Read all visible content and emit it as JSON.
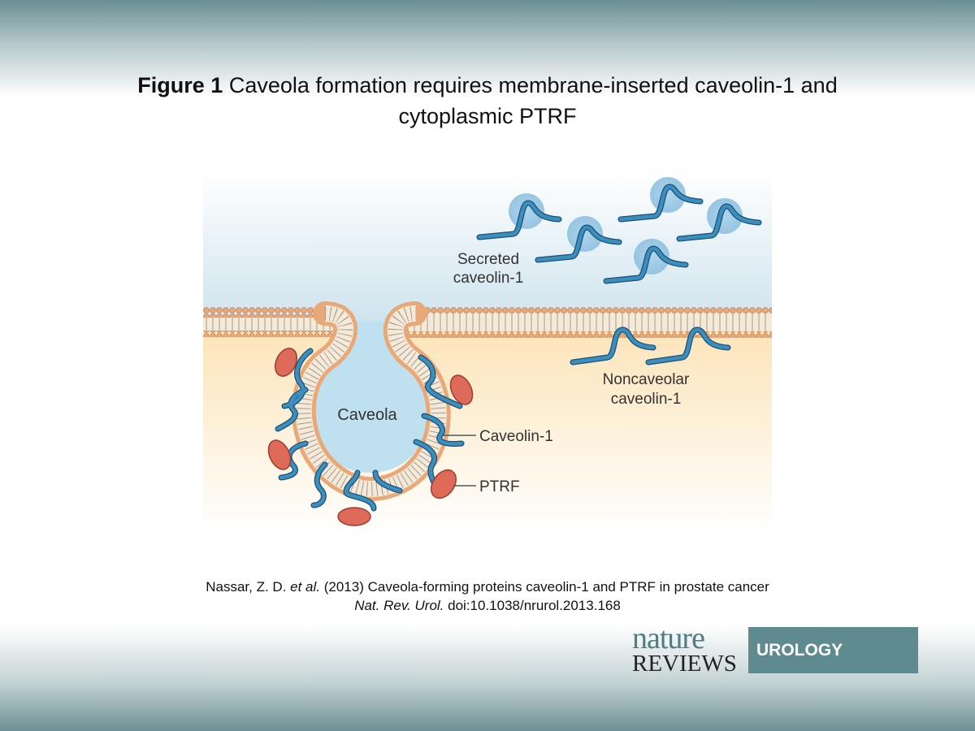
{
  "title": {
    "figure_label": "Figure 1",
    "text_line1": "Caveola formation requires membrane-inserted caveolin-1 and",
    "text_line2": "cytoplasmic PTRF"
  },
  "diagram": {
    "labels": {
      "secreted_line1": "Secreted",
      "secreted_line2": "caveolin-1",
      "noncaveolar_line1": "Noncaveolar",
      "noncaveolar_line2": "caveolin-1",
      "caveola": "Caveola",
      "caveolin": "Caveolin-1",
      "ptrf": "PTRF"
    },
    "colors": {
      "extracellular": "#cfe4ee",
      "cytoplasm": "#fbe3b6",
      "caveolin": "#3a8fbf",
      "ptrf": "#de6a5a",
      "lipid_head": "#e9a877"
    }
  },
  "citation": {
    "authors": "Nassar, Z. D. ",
    "etal": "et al.",
    "rest": " (2013) Caveola-forming proteins caveolin-1 and PTRF in prostate cancer",
    "journal": "Nat. Rev. Urol.",
    "doi": " doi:10.1038/nrurol.2013.168"
  },
  "logo": {
    "nature": "nature",
    "reviews": "REVIEWS",
    "section": "UROLOGY"
  }
}
